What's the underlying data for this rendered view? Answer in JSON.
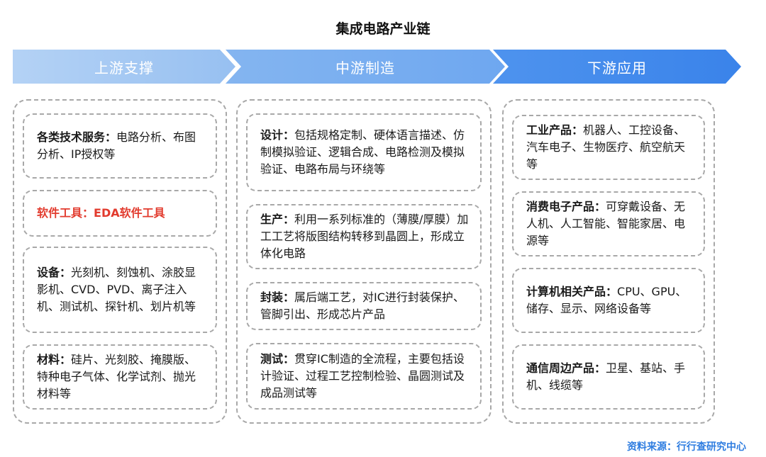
{
  "title": "集成电路产业链",
  "stages": [
    {
      "label": "上游支撑"
    },
    {
      "label": "中游制造"
    },
    {
      "label": "下游应用"
    }
  ],
  "upstream": [
    {
      "term": "各类技术服务：",
      "desc": "电路分析、布图分析、IP授权等"
    },
    {
      "term": "软件工具：",
      "desc": "EDA软件工具",
      "highlight": "#e23b2e"
    },
    {
      "term": "设备：",
      "desc": "光刻机、刻蚀机、涂胶显影机、CVD、PVD、离子注入机、测试机、探针机、划片机等"
    },
    {
      "term": "材料：",
      "desc": "硅片、光刻胶、掩膜版、特种电子气体、化学试剂、抛光材料等"
    }
  ],
  "midstream": [
    {
      "term": "设计：",
      "desc": "包括规格定制、硬体语言描述、仿制模拟验证、逻辑合成、电路检测及模拟验证、电路布局与环绕等"
    },
    {
      "term": "生产：",
      "desc": "利用一系列标准的（薄膜/厚膜）加工工艺将版图结构转移到晶圆上，形成立体化电路"
    },
    {
      "term": "封装：",
      "desc": "属后端工艺，对IC进行封装保护、管脚引出、形成芯片产品"
    },
    {
      "term": "测试：",
      "desc": "贯穿IC制造的全流程，主要包括设计验证、过程工艺控制检验、晶圆测试及成品测试等"
    }
  ],
  "downstream": [
    {
      "term": "工业产品：",
      "desc": "机器人、工控设备、汽车电子、生物医疗、航空航天等"
    },
    {
      "term": "消费电子产品：",
      "desc": "可穿戴设备、无人机、人工智能、智能家居、电源等"
    },
    {
      "term": "计算机相关产品：",
      "desc": "CPU、GPU、储存、显示、网络设备等"
    },
    {
      "term": "通信周边产品：",
      "desc": "卫星、基站、手机、线缆等"
    }
  ],
  "source": "资料来源：行行查研究中心",
  "colors": {
    "arrow_light": "#a6c9f3",
    "arrow_mid": "#79aef0",
    "arrow_dark": "#4490ec",
    "highlight": "#e23b2e",
    "source": "#2f7de0"
  }
}
